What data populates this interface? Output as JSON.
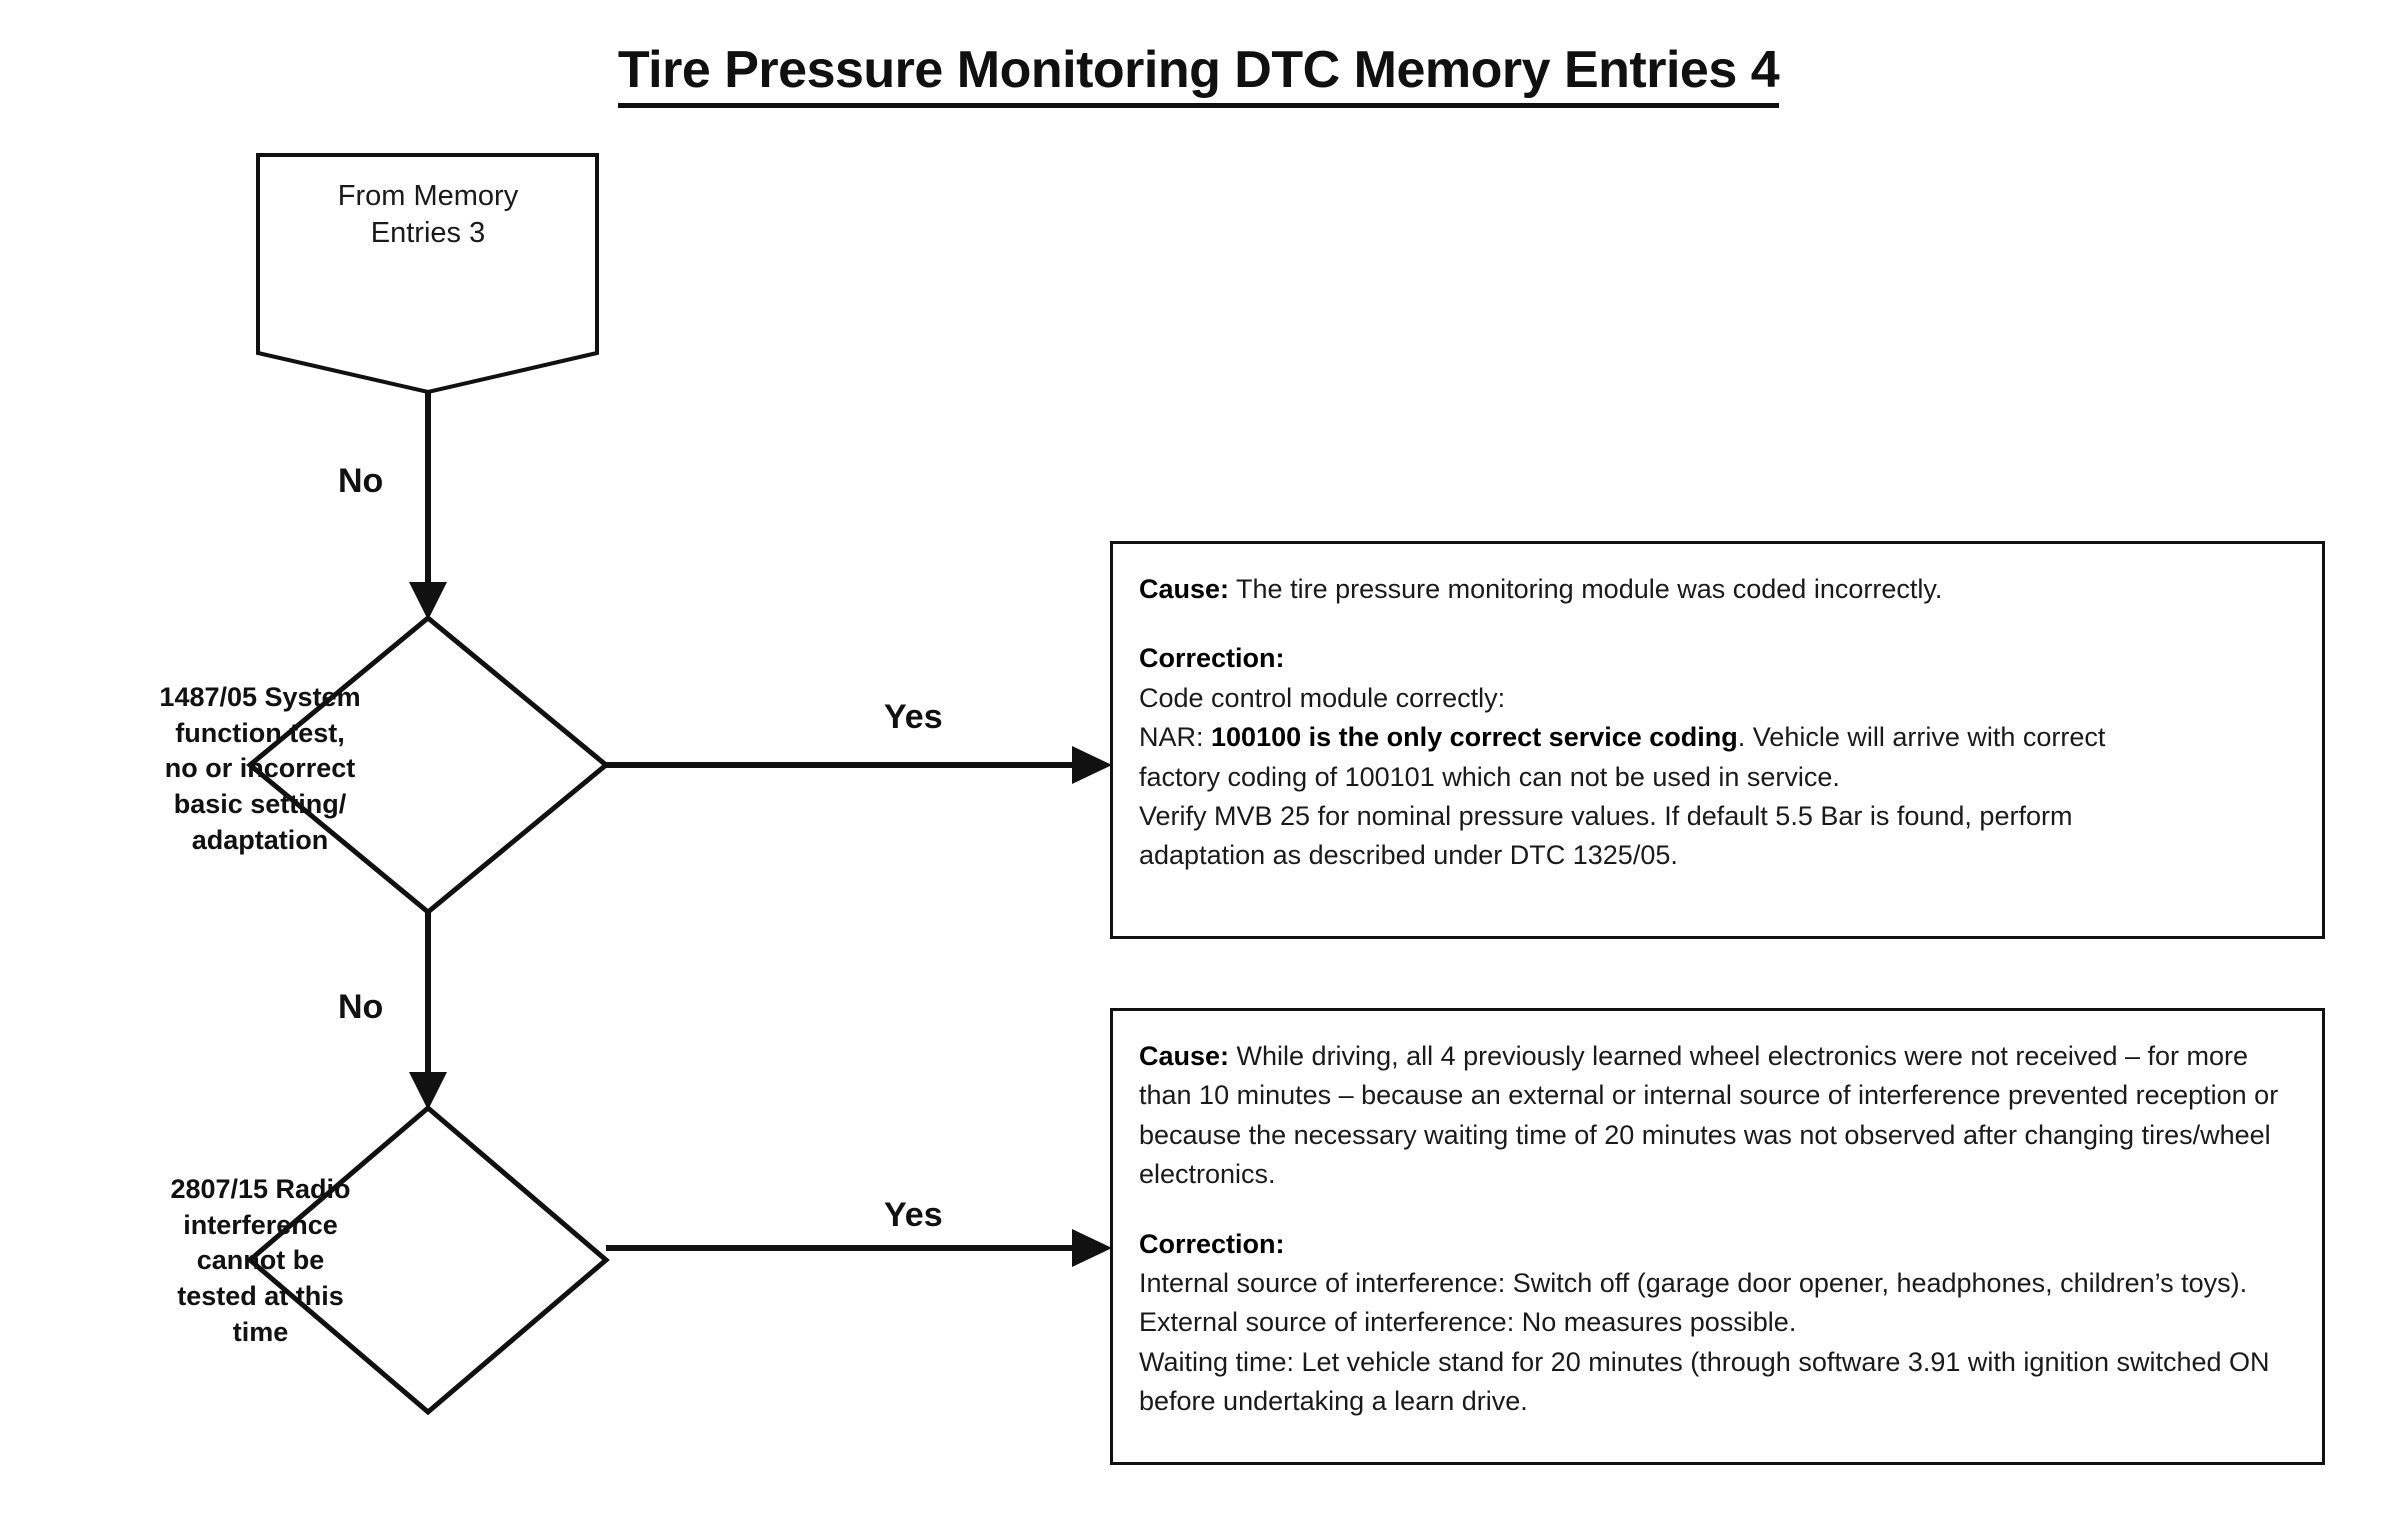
{
  "title": "Tire Pressure Monitoring DTC Memory Entries 4",
  "flow": {
    "terminator": {
      "shape": "pentagon-terminator",
      "line1": "From Memory",
      "line2": "Entries 3"
    },
    "decision_1": {
      "shape": "diamond",
      "line1": "1487/05 System",
      "line2": "function test,",
      "line3": "no or incorrect",
      "line4": "basic setting/",
      "line5": "adaptation"
    },
    "decision_2": {
      "shape": "diamond",
      "line1": "2807/15 Radio",
      "line2": "interference",
      "line3": "cannot be",
      "line4": "tested at this",
      "line5": "time"
    },
    "edges": {
      "no_1": "No",
      "no_2": "No",
      "yes_1": "Yes",
      "yes_2": "Yes"
    }
  },
  "note_box_1": {
    "cause_label": "Cause:",
    "cause_text": " The tire pressure monitoring module was coded incorrectly.",
    "correction_label": "Correction:",
    "correction_line_1": "Code control module correctly:",
    "nar_prefix": "NAR: ",
    "nar_bold": "100100 is the only correct service coding",
    "nar_suffix": ". Vehicle will arrive with correct",
    "correction_line_3": "factory coding of 100101 which can not be used in service.",
    "correction_line_4": "Verify MVB 25 for nominal pressure values. If default 5.5 Bar is found, perform",
    "correction_line_5": "adaptation as described under DTC 1325/05."
  },
  "note_box_2": {
    "cause_label": "Cause:",
    "cause_text": " While driving, all 4 previously learned wheel electronics were not received – for more than 10 minutes – because an external or internal source of interference prevented reception or because the necessary waiting time of 20 minutes was not observed after changing tires/wheel electronics.",
    "correction_label": "Correction:",
    "correction_line_1": "Internal source of interference: Switch off (garage door opener, headphones, children’s toys).",
    "correction_line_2": "External source of interference: No measures possible.",
    "correction_line_3": "Waiting time: Let vehicle stand for 20 minutes (through software 3.91 with ignition switched ON before undertaking a learn drive."
  },
  "colors": {
    "stroke": "#111111",
    "background": "#ffffff",
    "text": "#1a1a1a"
  }
}
